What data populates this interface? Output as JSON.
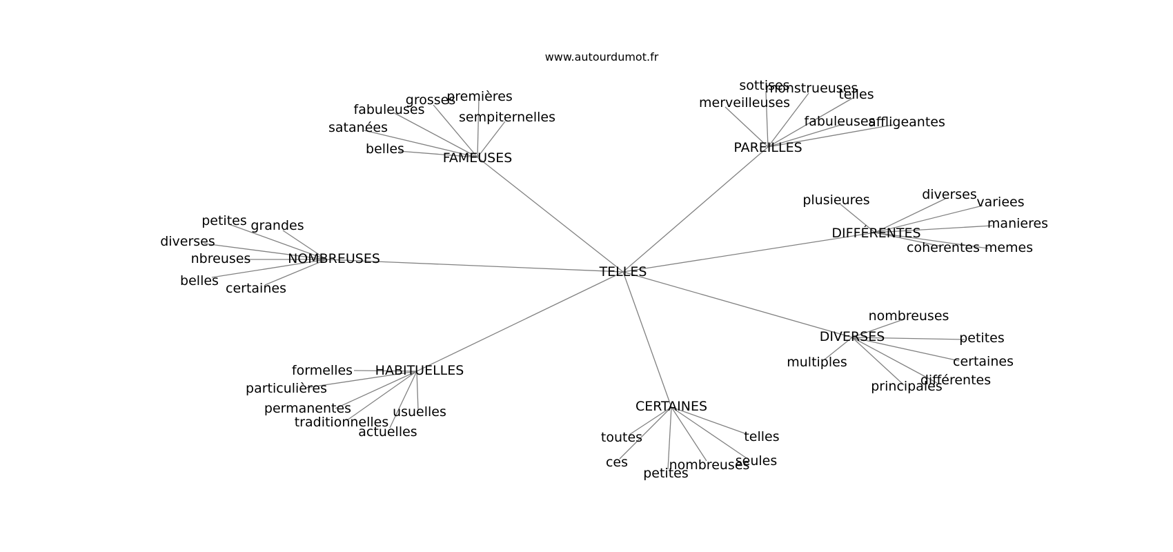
{
  "site_label": "www.autourdumot.fr",
  "center": {
    "label": "TELLES"
  },
  "groups": [
    {
      "label": "FAMEUSES",
      "children": [
        "premières",
        "grosses",
        "fabuleuses",
        "sempiternelles",
        "satanées",
        "belles"
      ]
    },
    {
      "label": "PAREILLES",
      "children": [
        "sottises",
        "monstrueuses",
        "merveilleuses",
        "telles",
        "fabuleuses",
        "affligeantes"
      ]
    },
    {
      "label": "DIFFÉRENTES",
      "children": [
        "plusieures",
        "diverses",
        "variees",
        "manieres",
        "coherentes",
        "memes"
      ]
    },
    {
      "label": "NOMBREUSES",
      "children": [
        "petites",
        "grandes",
        "diverses",
        "nbreuses",
        "belles",
        "certaines"
      ]
    },
    {
      "label": "DIVERSES",
      "children": [
        "nombreuses",
        "petites",
        "multiples",
        "certaines",
        "différentes",
        "principales"
      ]
    },
    {
      "label": "HABITUELLES",
      "children": [
        "formelles",
        "particulières",
        "permanentes",
        "usuelles",
        "traditionnelles",
        "actuelles"
      ]
    },
    {
      "label": "CERTAINES",
      "children": [
        "toutes",
        "telles",
        "ces",
        "seules",
        "nombreuses",
        "petites"
      ]
    }
  ]
}
